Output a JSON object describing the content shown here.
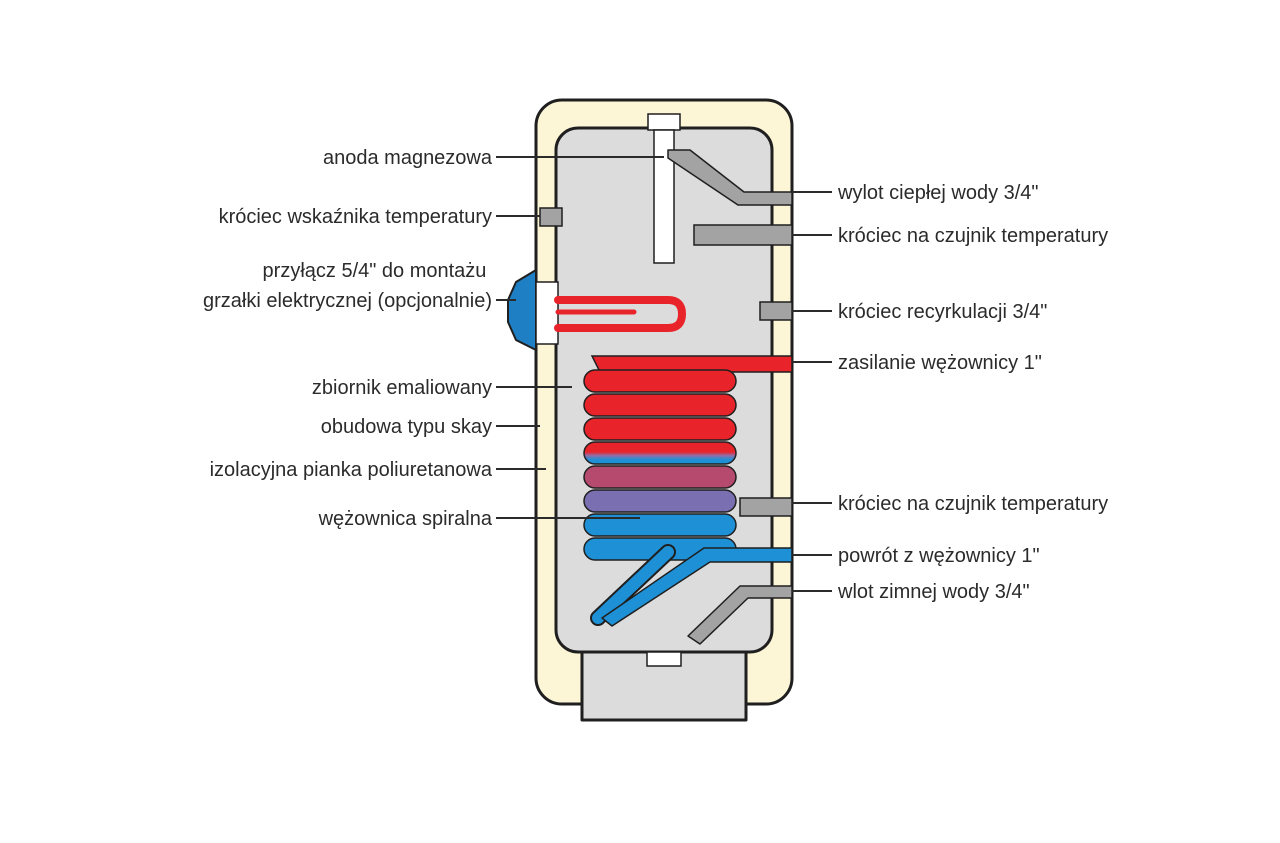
{
  "labels_left": [
    {
      "id": "anode",
      "lines": [
        "anoda magnezowa"
      ]
    },
    {
      "id": "temp-indicator-port",
      "lines": [
        "króciec wskaźnika temperatury"
      ]
    },
    {
      "id": "heater-connection",
      "lines": [
        "przyłącz 5/4\" do montażu",
        "grzałki elektrycznej (opcjonalnie)"
      ]
    },
    {
      "id": "enamel-tank",
      "lines": [
        "zbiornik emaliowany"
      ]
    },
    {
      "id": "skay-casing",
      "lines": [
        "obudowa typu skay"
      ]
    },
    {
      "id": "pu-foam-insulation",
      "lines": [
        "izolacyjna pianka poliuretanowa"
      ]
    },
    {
      "id": "spiral-coil",
      "lines": [
        "wężownica spiralna"
      ]
    }
  ],
  "labels_right": [
    {
      "id": "hot-water-outlet",
      "lines": [
        "wylot ciepłej wody 3/4\""
      ]
    },
    {
      "id": "temp-sensor-port-top",
      "lines": [
        "króciec na czujnik temperatury"
      ]
    },
    {
      "id": "recirculation-port",
      "lines": [
        "króciec recyrkulacji 3/4\""
      ]
    },
    {
      "id": "coil-supply",
      "lines": [
        "zasilanie wężownicy 1\""
      ]
    },
    {
      "id": "temp-sensor-port-bottom",
      "lines": [
        "króciec na czujnik temperatury"
      ]
    },
    {
      "id": "coil-return",
      "lines": [
        "powrót z wężownicy 1\""
      ]
    },
    {
      "id": "cold-water-inlet",
      "lines": [
        "wlot zimnej wody 3/4\""
      ]
    }
  ],
  "colors": {
    "casing_fill": "#fdf6d6",
    "tank_fill": "#dcdcdc",
    "fitting_gray": "#a3a3a3",
    "hot_red": "#e8232a",
    "cold_blue": "#1e90d6",
    "flange_blue": "#1f7fc4",
    "outline": "#1f1f1f",
    "text": "#2b2b2b"
  }
}
